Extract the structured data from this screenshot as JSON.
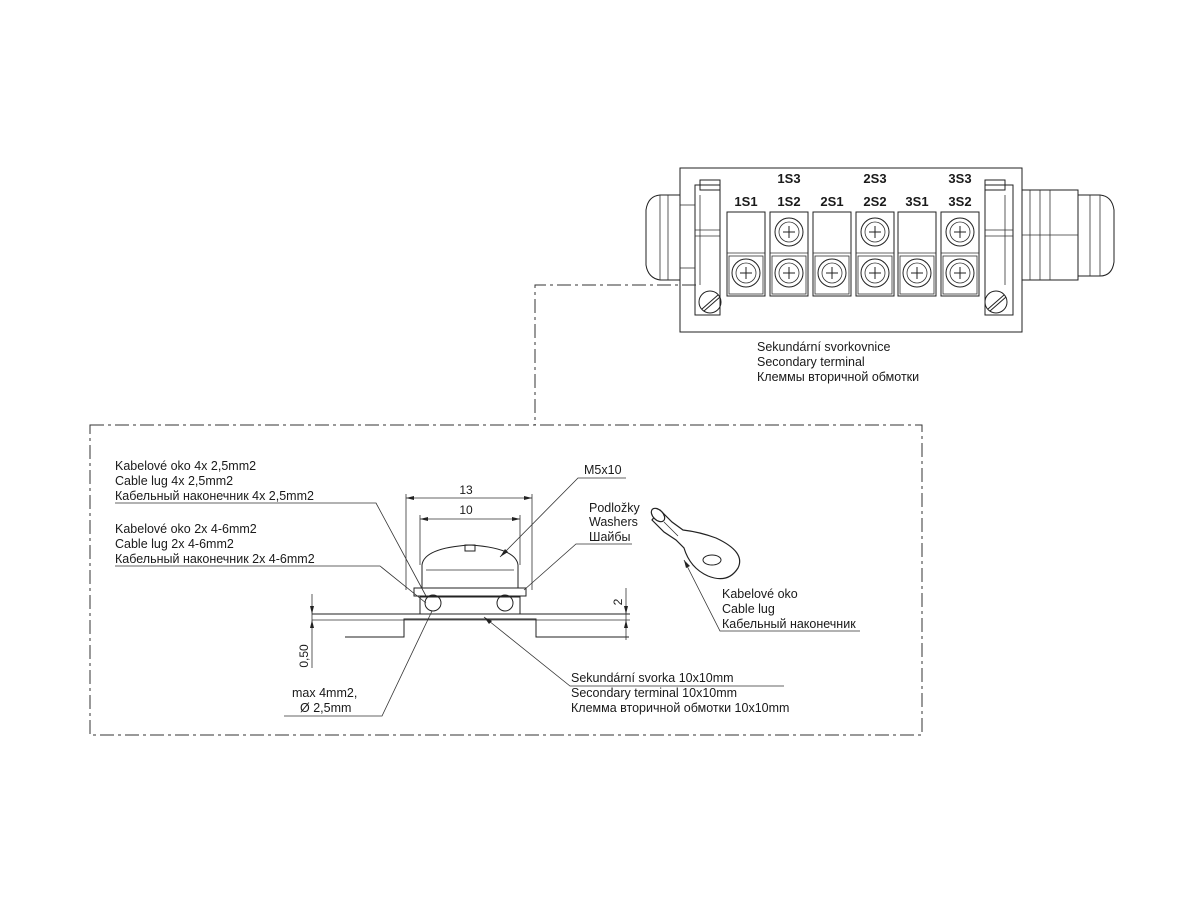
{
  "terminal_block": {
    "top_labels": [
      "1S3",
      "2S3",
      "3S3"
    ],
    "row_labels": [
      "1S1",
      "1S2",
      "2S1",
      "2S2",
      "3S1",
      "3S2"
    ],
    "caption": [
      "Sekundární svorkovnice",
      "Secondary terminal",
      "Клеммы вторичной обмотки"
    ]
  },
  "detail": {
    "lug_4x": [
      "Kabelové oko 4x 2,5mm2",
      "Cable lug 4x 2,5mm2",
      "Кабельный наконечник 4x 2,5mm2"
    ],
    "lug_2x": [
      "Kabelové oko 2x 4-6mm2",
      "Cable lug 2x 4-6mm2",
      "Кабельный наконечник 2x 4-6mm2"
    ],
    "screw": "M5x10",
    "washers": [
      "Podložky",
      "Washers",
      "Шайбы"
    ],
    "cable_lug": [
      "Kabelové oko",
      "Cable lug",
      "Кабельный наконечник"
    ],
    "terminal": [
      "Sekundární svorka 10x10mm",
      "Secondary terminal 10x10mm",
      "Клемма вторичной обмотки 10x10mm"
    ],
    "wire": [
      "max 4mm2,",
      "Ø  2,5mm"
    ],
    "dims": {
      "width_outer": "13",
      "width_inner": "10",
      "height": "2",
      "thickness": "0,50"
    }
  }
}
